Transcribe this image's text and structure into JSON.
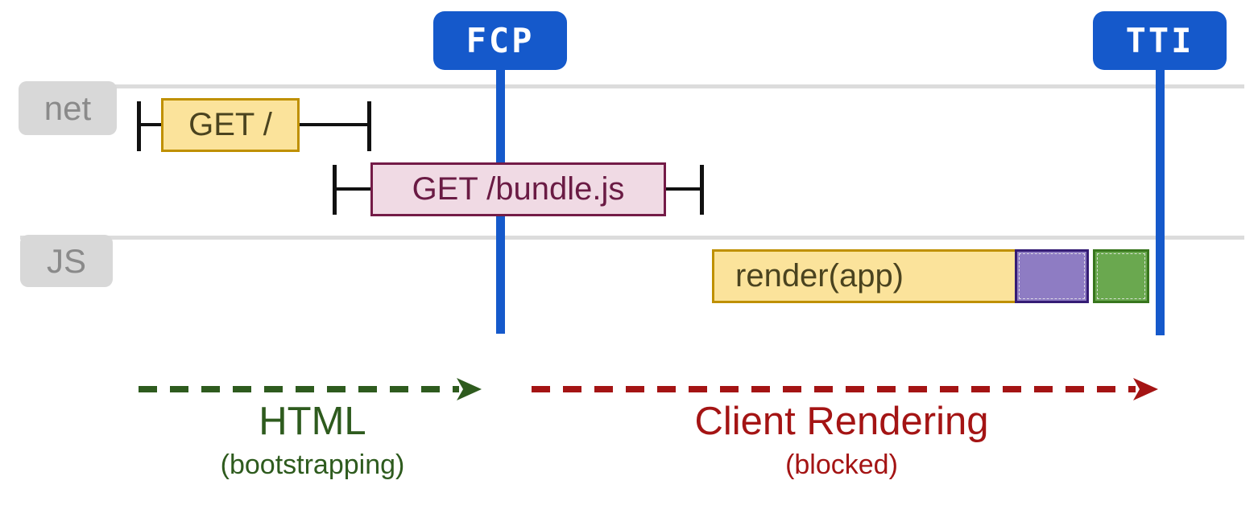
{
  "diagram": {
    "markers": [
      {
        "id": "fcp",
        "label": "FCP"
      },
      {
        "id": "tti",
        "label": "TTI"
      }
    ],
    "lanes": [
      {
        "id": "net",
        "label": "net"
      },
      {
        "id": "js",
        "label": "JS"
      }
    ],
    "network_requests": [
      {
        "label": "GET /",
        "style": "yellow"
      },
      {
        "label": "GET /bundle.js",
        "style": "pink"
      }
    ],
    "js_tasks": [
      {
        "label": "render(app)",
        "style": "yellow"
      },
      {
        "label": "",
        "style": "purple"
      },
      {
        "label": "",
        "style": "green"
      }
    ],
    "phases": [
      {
        "title": "HTML",
        "subtitle": "(bootstrapping)",
        "color": "#2e5b1e"
      },
      {
        "title": "Client Rendering",
        "subtitle": "(blocked)",
        "color": "#a41414"
      }
    ],
    "colors": {
      "marker_blue": "#1559cb",
      "lane_line_gray": "#dcdcdc",
      "lane_label_bg": "#d8d8d8",
      "lane_label_text": "#8a8a8a",
      "yellow_fill": "#fbe39b",
      "yellow_border": "#bf9000",
      "yellow_text": "#4a431f",
      "pink_fill": "#f0dae4",
      "pink_border": "#741b47",
      "purple_fill": "#8e7cc3",
      "purple_border": "#351c75",
      "green_fill": "#6aa84f",
      "green_border": "#38761d",
      "phase_green": "#2e5b1e",
      "phase_red": "#a41414",
      "whisker_black": "#111111"
    }
  }
}
